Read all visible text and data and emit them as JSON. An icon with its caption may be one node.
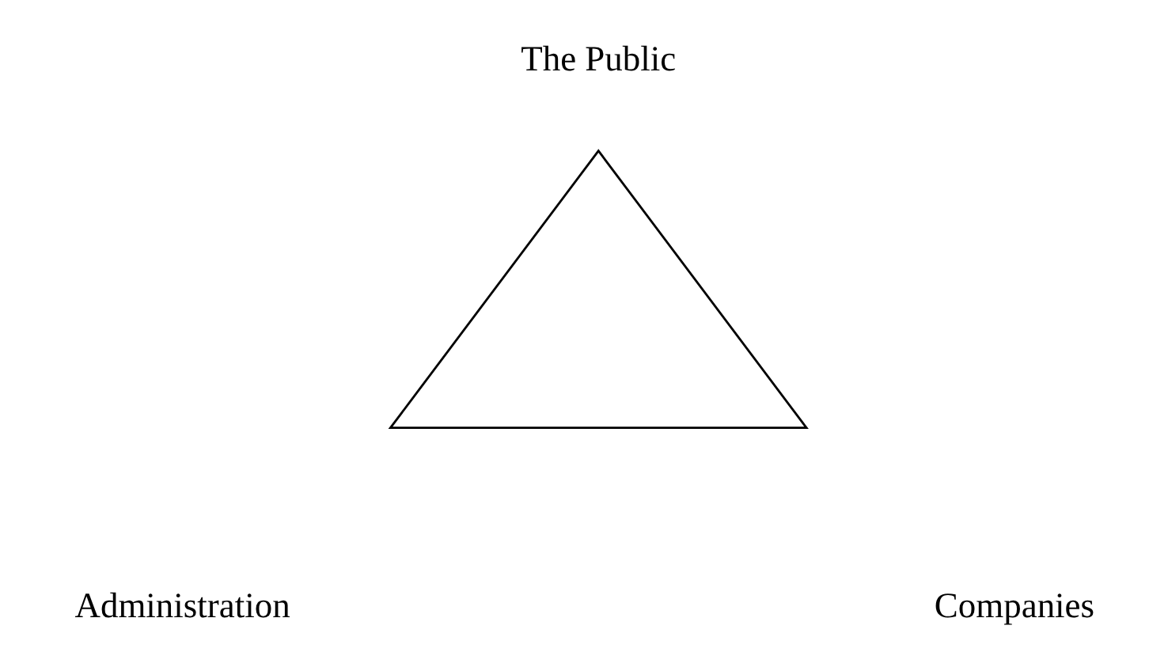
{
  "diagram": {
    "nodes": [
      {
        "text": [],
        "shape": "triangle"
      }
    ],
    "labels": [
      "The Public",
      "Administration",
      "Companies"
    ]
  }
}
